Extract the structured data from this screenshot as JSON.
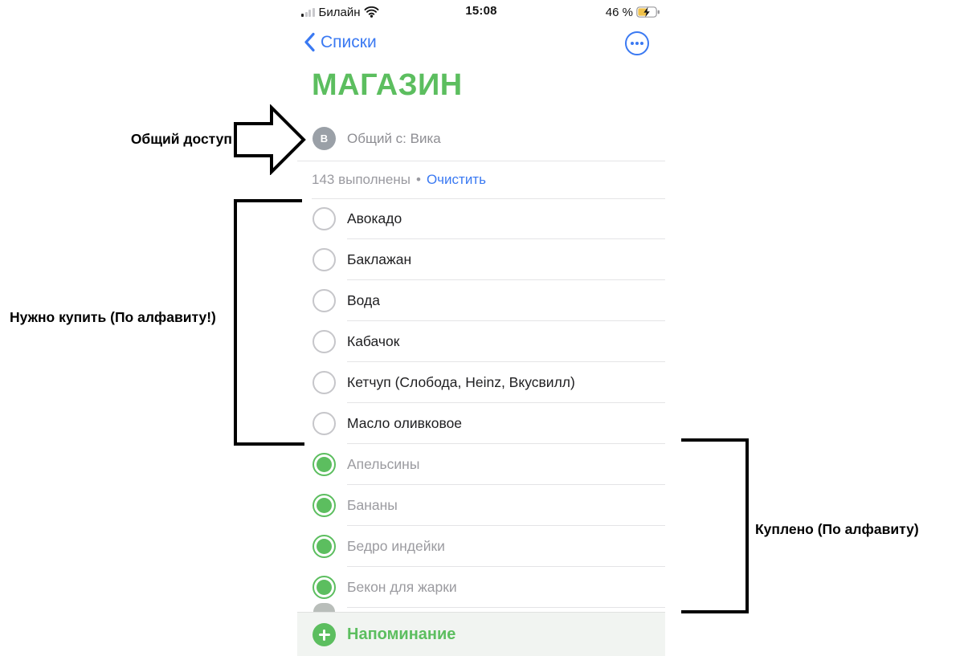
{
  "status_bar": {
    "carrier": "Билайн",
    "time": "15:08",
    "battery_percent": "46 %"
  },
  "nav": {
    "back_label": "Списки"
  },
  "header": {
    "title": "МАГАЗИН",
    "shared_avatar_initial": "В",
    "shared_label": "Общий с: Вика"
  },
  "completed": {
    "count_label": "143 выполнены",
    "separator": "•",
    "clear_label": "Очистить"
  },
  "items": [
    {
      "label": "Авокадо",
      "checked": false
    },
    {
      "label": "Баклажан",
      "checked": false
    },
    {
      "label": "Вода",
      "checked": false
    },
    {
      "label": "Кабачок",
      "checked": false
    },
    {
      "label": "Кетчуп (Слобода, Heinz, Вкусвилл)",
      "checked": false
    },
    {
      "label": "Масло оливковое",
      "checked": false
    },
    {
      "label": "Апельсины",
      "checked": true
    },
    {
      "label": "Бананы",
      "checked": true
    },
    {
      "label": "Бедро индейки",
      "checked": true
    },
    {
      "label": "Бекон для жарки",
      "checked": true
    }
  ],
  "add_row": {
    "label": "Напоминание"
  },
  "annotations": {
    "shared_access": "Общий доступ",
    "need_to_buy": "Нужно купить (По алфавиту!)",
    "bought": "Куплено (По алфавиту)"
  },
  "colors": {
    "accent_green": "#5cbe5f",
    "accent_blue": "#3a79f2",
    "muted_gray": "#8e8e93",
    "completed_text": "#9b9ba0",
    "battery_fill": "#f0c24b"
  }
}
